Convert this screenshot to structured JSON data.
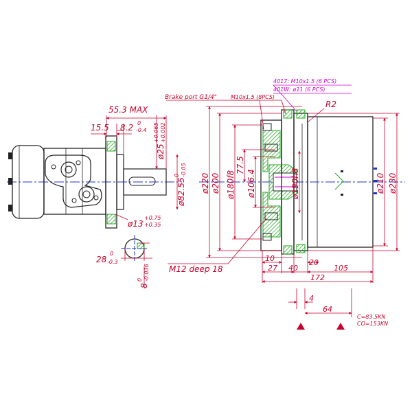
{
  "labels": {
    "dim_55_3_max": "55.3  MAX",
    "dim_15_5": "15.5",
    "dim_8_2_main": "8.2",
    "dim_8_2_up": "0",
    "dim_8_2_low": "-0.4",
    "dim_25_main": "ø25",
    "dim_25_up": "+0.065",
    "dim_25_low": "+0.002",
    "dim_82_55_main": "ø82.55",
    "dim_82_55_up": "0",
    "dim_82_55_low": "-0.05",
    "dim_13_main": "ø13",
    "dim_13_up": "+0.75",
    "dim_13_low": "+0.35",
    "dim_28_main": "28",
    "dim_28_up": "0",
    "dim_28_low": "-0.3",
    "dim_8_main": "8",
    "dim_8_up": "0",
    "dim_8_low": "-0.036",
    "brake_port": "Brake port  G1/4\"",
    "m10_8pcs": "M10x1.5 (8PCS)",
    "note_4017": "4017:  M10x1.5 (6 PCS)",
    "note_401w": "401W:  ø11 (6 PCS)",
    "r2": "R2",
    "d220": "ø220",
    "d200": "ø200",
    "d180": "ø180f8",
    "d77_5": "77.5",
    "d106_4": "ø106.4",
    "d190": "ø190h8",
    "d210": "ø210",
    "d230": "ø230",
    "m12_deep": "M12  deep  18",
    "dim_10": "10",
    "dim_27": "27",
    "dim_40": "40",
    "dim_20": "20",
    "dim_105": "105",
    "dim_172": "172",
    "dim_4": "4",
    "dim_64": "64",
    "load_c": "C=83.5KN",
    "load_co": "CO=153KN"
  },
  "colors": {
    "outline": "#222222",
    "dimension": "#c8002a",
    "centerline": "#2233cc",
    "hatch": "#22aa22",
    "note": "#cc00cc"
  }
}
